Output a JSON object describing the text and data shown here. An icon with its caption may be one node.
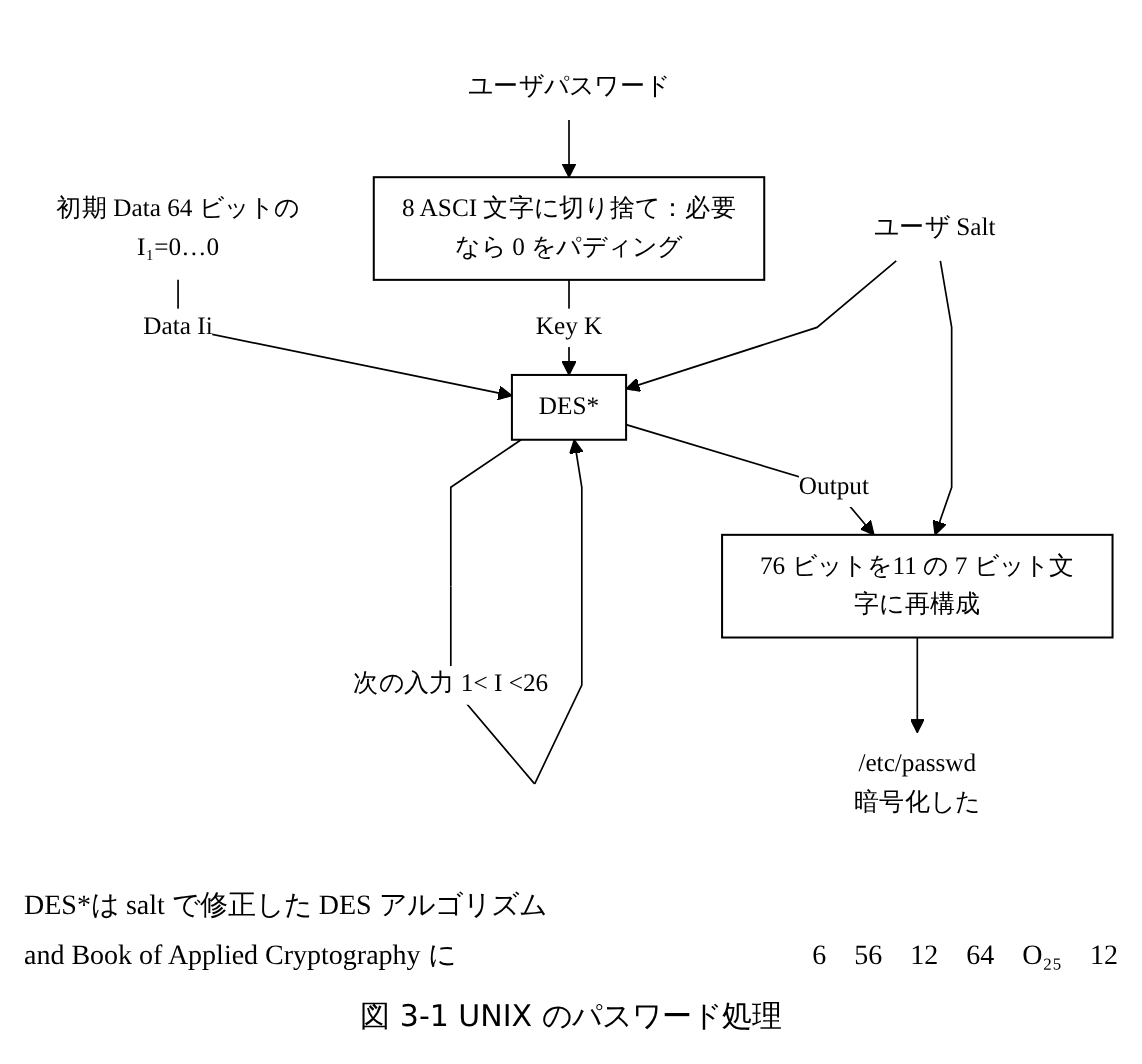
{
  "diagram": {
    "caption": "図 3-1 UNIX のパスワード処理",
    "nodes": [
      {
        "text": [
          "初期 Data 64 ビットの",
          "I₁=0…0"
        ]
      },
      {
        "text": [
          "ユーザパスワード"
        ]
      },
      {
        "text": [
          "8 ASCI 文字に切り捨て：必要なら 0 をパディング"
        ]
      },
      {
        "text": [
          "DES*"
        ]
      },
      {
        "text": [
          "ユーザ Salt"
        ]
      },
      {
        "text": [
          "76 ビットを11 の 7 ビット文字に再構成"
        ]
      },
      {
        "text": [
          "/etc/passwd"
        ],
        "beside": [
          "暗号化した"
        ]
      }
    ],
    "edges": [
      {
        "from": 0,
        "to": 3,
        "arrow": "to",
        "label": "Data Ii"
      },
      {
        "from": 3,
        "to": 3,
        "arrow": "to",
        "label": "次の入力 1< I <26"
      },
      {
        "from": 1,
        "to": 2,
        "arrow": "to"
      },
      {
        "from": 2,
        "to": 3,
        "arrow": "to",
        "label": "Key K"
      },
      {
        "from": 4,
        "to": 3,
        "arrow": "to"
      },
      {
        "from": 3,
        "to": 5,
        "arrow": "to",
        "label": "Output"
      },
      {
        "from": 4,
        "to": 5,
        "arrow": "to"
      },
      {
        "from": 5,
        "to": 6,
        "arrow": "to"
      }
    ],
    "labels": [
      "6",
      "56",
      "12",
      "64",
      "O₂₅",
      "12",
      "DES*は salt で修正した DES アルゴリズム",
      "and Book of Applied Cryptography に"
    ]
  }
}
